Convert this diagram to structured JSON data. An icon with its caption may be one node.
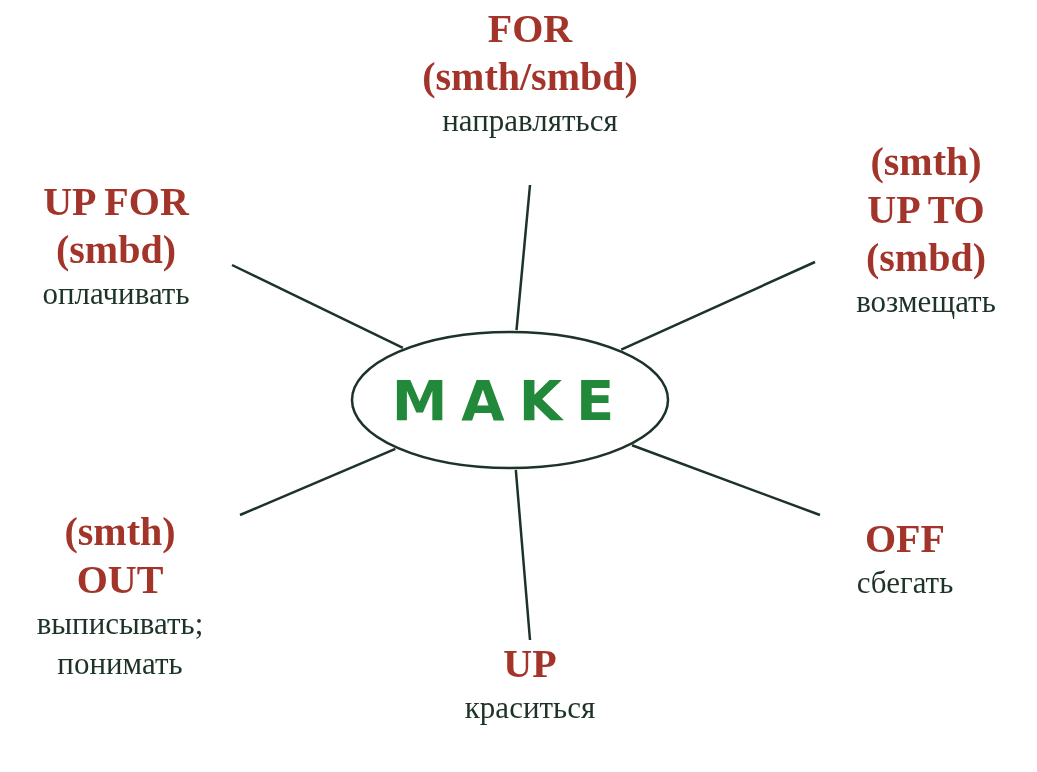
{
  "diagram": {
    "nodes": [
      {
        "text": [
          "FOR (smth/smbd)",
          "направляться"
        ]
      },
      {
        "text": [
          "UP FOR (smbd)",
          "оплачивать"
        ]
      },
      {
        "text": [
          "(smth) UP TO (smbd)",
          "возмещать"
        ]
      },
      {
        "text": [
          "MAKE"
        ]
      },
      {
        "text": [
          "(smth) OUT",
          "выписывать; понимать"
        ]
      },
      {
        "text": [
          "OFF",
          "сбегать"
        ]
      },
      {
        "text": [
          "UP",
          "краситься"
        ]
      }
    ],
    "edges": [
      {
        "from": 3,
        "to": 0,
        "arrow": "none"
      },
      {
        "from": 3,
        "to": 1,
        "arrow": "none"
      },
      {
        "from": 3,
        "to": 2,
        "arrow": "none"
      },
      {
        "from": 3,
        "to": 4,
        "arrow": "none"
      },
      {
        "from": 3,
        "to": 5,
        "arrow": "none"
      },
      {
        "from": 3,
        "to": 6,
        "arrow": "none"
      }
    ]
  }
}
